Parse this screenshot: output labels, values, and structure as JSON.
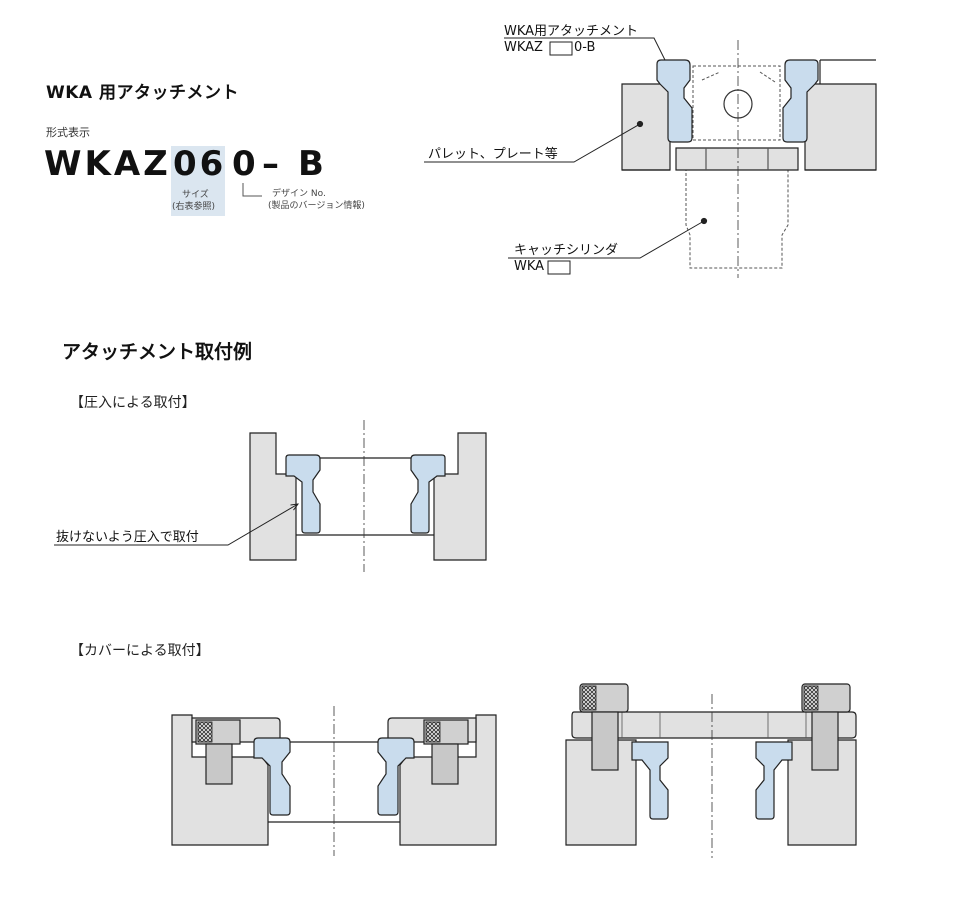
{
  "header": {
    "title": "WKA 用アタッチメント",
    "model_caption": "形式表示",
    "code": {
      "prefix": "WKAZ",
      "size": "06",
      "design": "0",
      "dash": "–",
      "suffix": "B"
    },
    "size_note": {
      "line1": "サイズ",
      "line2": "(右表参照)"
    },
    "design_note": {
      "line1": "デザイン No.",
      "line2": "(製品のバージョン情報)"
    }
  },
  "top_diagram": {
    "attachment_label": "WKA用アタッチメント",
    "attachment_code": {
      "prefix": "WKAZ",
      "suffix": "0-B"
    },
    "pallet_label": "パレット、プレート等",
    "cylinder_label": "キャッチシリンダ",
    "cylinder_code": {
      "prefix": "WKA"
    }
  },
  "section": {
    "title": "アタッチメント取付例",
    "press_fit": {
      "heading": "【圧入による取付】",
      "note": "抜けないよう圧入で取付"
    },
    "cover_fit": {
      "heading": "【カバーによる取付】"
    }
  },
  "colors": {
    "attachment_fill": "#c9dced",
    "body_fill": "#e1e1e1",
    "bolt_fill": "#c8c8c8",
    "line": "#222222"
  }
}
